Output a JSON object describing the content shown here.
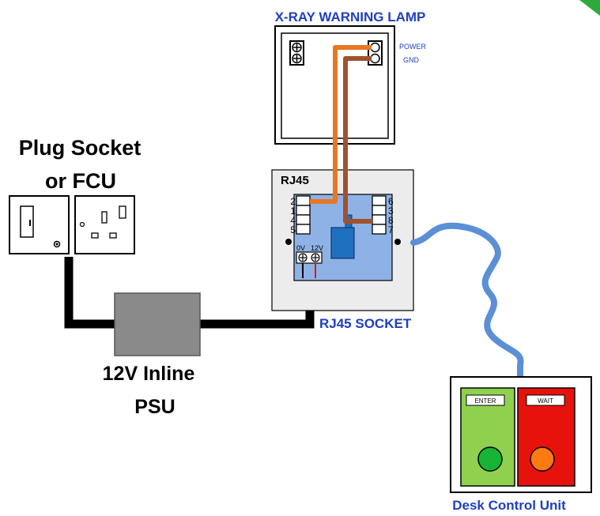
{
  "lamp": {
    "title": "X-RAY WARNING LAMP",
    "power_label": "POWER",
    "gnd_label": "GND"
  },
  "plug": {
    "title_line1": "Plug Socket",
    "title_line2": "or FCU"
  },
  "psu": {
    "title_line1": "12V Inline",
    "title_line2": "PSU"
  },
  "rj45": {
    "title": "RJ45",
    "caption": "RJ45 SOCKET",
    "left_pins": [
      "2",
      "1",
      "4",
      "5"
    ],
    "right_pins": [
      "6",
      "3",
      "8",
      "7"
    ],
    "terminal_0v": "0V",
    "terminal_12v": "12V"
  },
  "desk": {
    "caption": "Desk Control Unit",
    "enter_label": "ENTER",
    "wait_label": "WAIT"
  },
  "colors": {
    "title_blue": "#1f3fbf",
    "power_wire": "#e87722",
    "gnd_wire": "#a0522d",
    "cat5_cable": "#5b8fd6",
    "rj45_panel": "#8fb2e6",
    "relay": "#1f6fbf",
    "enter_green": "#8fd14f",
    "wait_red": "#e8120c",
    "led_green": "#17b534",
    "led_orange": "#ff7a10",
    "corner_green": "#2eaa3c"
  }
}
